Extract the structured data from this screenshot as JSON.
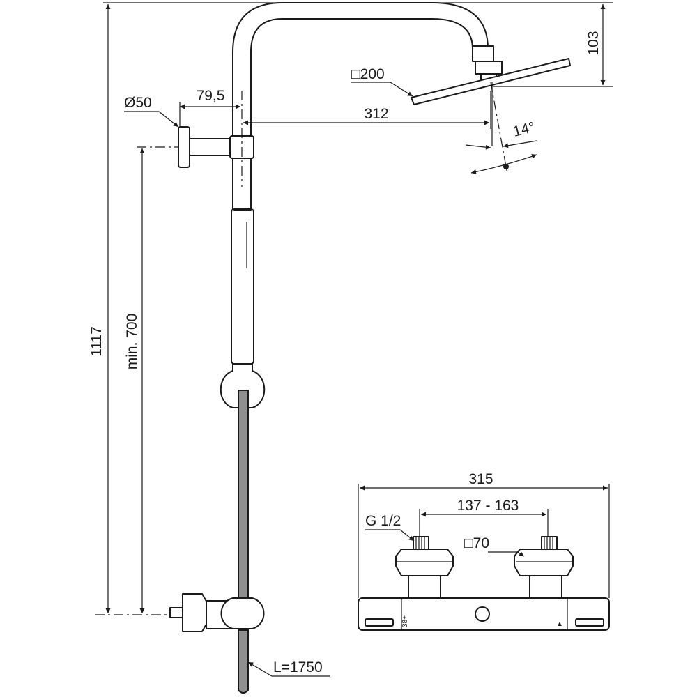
{
  "dimensions": {
    "total_height": "1117",
    "min_height": "min. 700",
    "arm_projection": "312",
    "head_drop": "103",
    "head_size": "□200",
    "tilt_angle": "14°",
    "bracket_offset": "79,5",
    "rosette_diameter": "Ø50",
    "hose_length": "L=1750"
  },
  "mixer": {
    "overall_width": "315",
    "inlet_centres": "137 - 163",
    "thread": "G 1/2",
    "rosette_size": "□70",
    "temp_scale": "38+",
    "flow_mark": "▲"
  }
}
